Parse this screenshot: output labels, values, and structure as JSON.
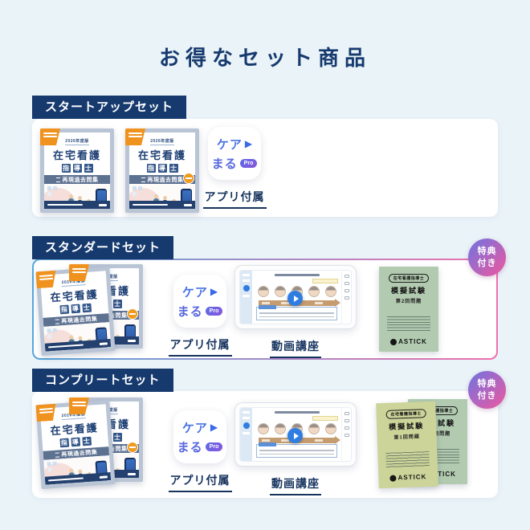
{
  "page": {
    "title": "お得なセット商品"
  },
  "sets": [
    {
      "label": "スタートアップセット"
    },
    {
      "label": "スタンダードセット"
    },
    {
      "label": "コンプリートセット"
    }
  ],
  "badge": {
    "line1": "特典",
    "line2": "付き"
  },
  "app": {
    "word1": "ケア",
    "word2": "まる",
    "pro": "Pro",
    "play": "▶",
    "caption": "アプリ付属"
  },
  "video": {
    "caption": "動画講座"
  },
  "book": {
    "edition": "2026年度版",
    "title": "在宅看護",
    "qual": [
      "指",
      "導",
      "士"
    ],
    "band": "再現過去問集"
  },
  "exam": {
    "oval": "在宅看護指導士",
    "title": "模擬試験",
    "vol1": "第1回問題",
    "vol2": "第2回問題",
    "brand": "ASTICK"
  },
  "colors": {
    "background": "#e9f3f8",
    "navy": "#163a6e",
    "badge_gradient_from": "#6e74e2",
    "badge_gradient_to": "#f0579e",
    "border_gradient_from": "#57a7dc",
    "border_gradient_to": "#ef6fae"
  }
}
